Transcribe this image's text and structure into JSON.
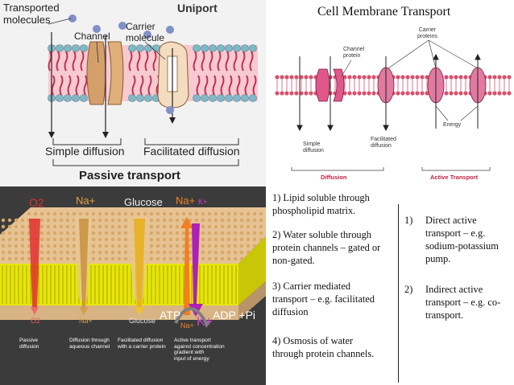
{
  "uniport": {
    "title": "Uniport",
    "transported_molecules": [
      "Transported",
      "molecules"
    ],
    "channel": "Channel",
    "carrier_molecule": [
      "Carrier",
      "molecule"
    ],
    "simple_diffusion": "Simple diffusion",
    "facilitated_diffusion": "Facilitated diffusion",
    "passive_transport": "Passive transport"
  },
  "cell_membrane": {
    "title": "Cell Membrane Transport",
    "channel_protein": [
      "Channel",
      "protein"
    ],
    "carrier_proteins": [
      "Carrier",
      "proteins"
    ],
    "energy": "Energy",
    "simple_diffusion": [
      "Simple",
      "diffusion"
    ],
    "facilitated_diffusion": [
      "Facilitated",
      "diffusion"
    ],
    "diffusion": "Diffusion",
    "active_transport": "Active Transport"
  },
  "bottom_left": {
    "molecules": [
      "O2",
      "Na+",
      "Glucose",
      "Na+",
      "K+"
    ],
    "o2_bottom": "O2",
    "na_bottom": "Na+",
    "glucose_bottom": "Glucose",
    "na_bottom2": "Na+",
    "k_bottom": "K+",
    "atp": "ATP",
    "adp": "ADP +Pi",
    "captions": [
      [
        "Passive",
        "diffusion"
      ],
      [
        "Diffusion through",
        "aqueous channel"
      ],
      [
        "Facilitated diffusion",
        "with a carrier protein"
      ],
      [
        "Active transport",
        "against concentration",
        "gradient with",
        "input of energy"
      ]
    ]
  },
  "passive_list": [
    [
      "1) Lipid soluble through",
      "phospholipid matrix."
    ],
    [
      "2) Water soluble through",
      "protein channels – gated or",
      "non-gated."
    ],
    [
      "3) Carrier mediated",
      "transport – e.g. facilitated",
      "diffusion"
    ],
    [
      "4) Osmosis of water",
      "through protein channels."
    ]
  ],
  "active_list": [
    {
      "num": "1)",
      "lines": [
        "Direct active",
        "transport – e.g.",
        "sodium-potassium",
        "pump."
      ]
    },
    {
      "num": "2)",
      "lines": [
        "Indirect active",
        "transport – e.g. co-",
        "transport."
      ]
    }
  ],
  "colors": {
    "membrane_pink": "#d9506e",
    "head_blue": "#7fb9c8",
    "lipid_yellow": "#e9e200",
    "dark_gray": "#3a3a3a"
  }
}
